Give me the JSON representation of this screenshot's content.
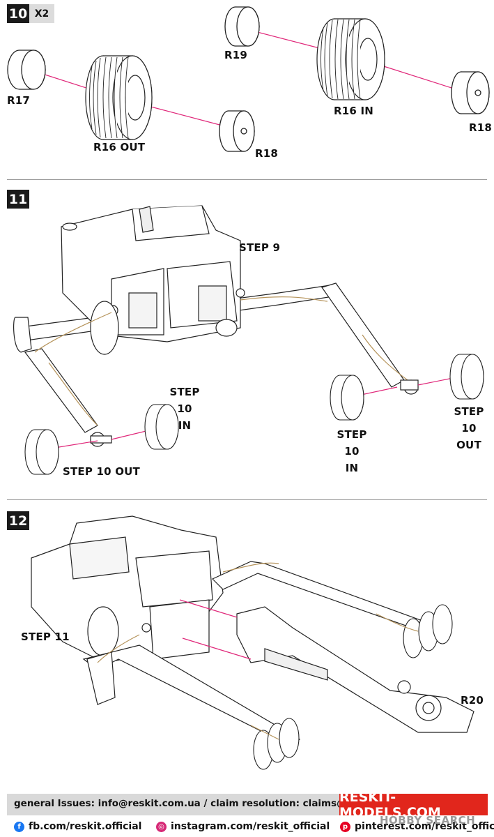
{
  "steps": {
    "s10": {
      "number": "10",
      "multiplier": "X2",
      "labels": {
        "r17": "R17",
        "r16_out": "R16  OUT",
        "r18_a": "R18",
        "r19": "R19",
        "r16_in": "R16  IN",
        "r18_b": "R18"
      }
    },
    "s11": {
      "number": "11",
      "labels": {
        "step9": "STEP 9",
        "step10_in_left": "STEP 10\nIN",
        "step10_out_left": "STEP 10 OUT",
        "step10_in_right": "STEP 10\nIN",
        "step10_out_right": "STEP 10\nOUT"
      }
    },
    "s12": {
      "number": "12",
      "labels": {
        "step11": "STEP 11",
        "r20": "R20"
      }
    }
  },
  "footer": {
    "info": "general Issues: info@reskit.com.ua / claim resolution: claims@reskit.com.ua",
    "brand": "RESKIT-MODELS.COM",
    "facebook": "fb.com/reskit.official",
    "instagram": "instagram.com/reskit_official",
    "pinterest": "pinterest.com/reskit_official",
    "watermark": "HOBBY SEARCH"
  },
  "colors": {
    "leader_line": "#e0287a",
    "brand_red": "#e1261c",
    "badge": "#1a1a1a",
    "cable": "#b5935a"
  },
  "icons": {
    "facebook": "facebook-icon",
    "instagram": "instagram-icon",
    "pinterest": "pinterest-icon"
  }
}
